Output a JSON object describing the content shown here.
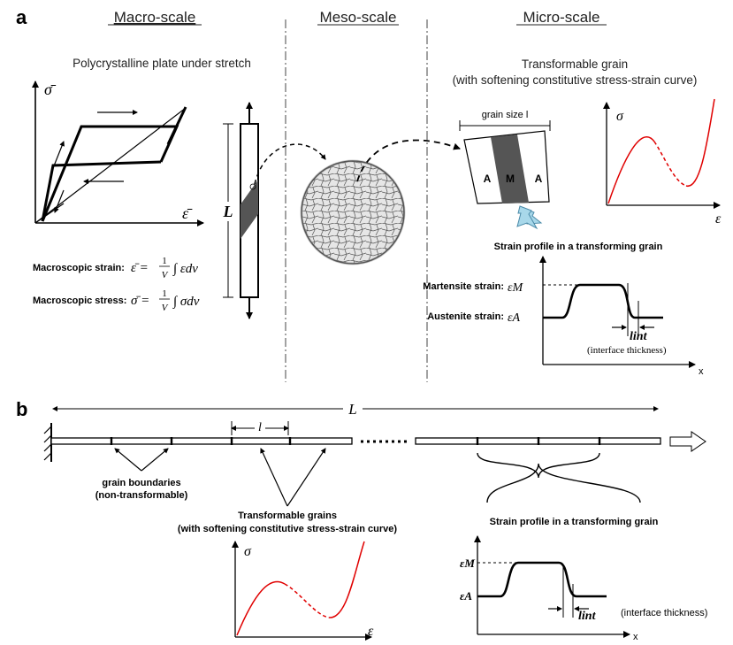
{
  "panel_a": {
    "letter": "a",
    "headers": {
      "macro": "Macro-scale",
      "meso": "Meso-scale",
      "micro": "Micro-scale"
    },
    "macro": {
      "plate_title": "Polycrystalline plate under stretch",
      "y_axis": "σ̄",
      "x_axis": "ε̄",
      "length_label": "L",
      "strain_label": "Macroscopic strain:",
      "strain_formula_lhs": "ε̄ =",
      "strain_formula_rhs": "∫ εdv",
      "stress_label": "Macroscopic stress:",
      "stress_formula_lhs": "σ̄ =",
      "stress_formula_rhs": "∫ σdv",
      "frac_num": "1",
      "frac_den": "V"
    },
    "micro": {
      "grain_title_1": "Transformable grain",
      "grain_title_2": "(with softening constitutive stress-strain curve)",
      "grain_size": "grain size l",
      "phase_a": "A",
      "phase_m": "M",
      "curve_y": "σ",
      "curve_x": "ε",
      "profile_title": "Strain profile in a transforming grain",
      "martensite_label": "Martensite strain:",
      "martensite_sym": "εM",
      "austenite_label": "Austenite strain:",
      "austenite_sym": "εA",
      "lint": "lint",
      "lint_note": "(interface thickness)",
      "x": "x"
    }
  },
  "panel_b": {
    "letter": "b",
    "length_label": "L",
    "grain_label": "l",
    "boundaries_1": "grain boundaries",
    "boundaries_2": "(non-transformable)",
    "transformable_1": "Transformable grains",
    "transformable_2": "(with softening constitutive stress-strain curve)",
    "curve_y": "σ",
    "curve_x": "ε",
    "profile_title": "Strain profile in a transforming grain",
    "eps_m": "εM",
    "eps_a": "εA",
    "lint": "lint",
    "lint_note": "(interface thickness)",
    "x": "x"
  },
  "colors": {
    "curve": "#e00000",
    "band": "#555555",
    "arrow_fill": "#a8d8ea"
  }
}
